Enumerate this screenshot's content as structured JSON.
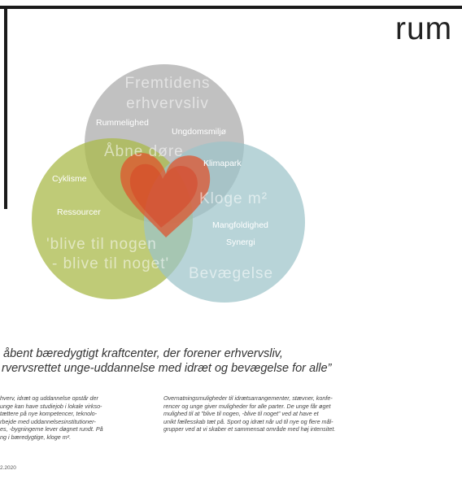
{
  "brand": {
    "logo_text": "rum"
  },
  "venn": {
    "top_circle": {
      "title_line1": "Fremtidens",
      "title_line2": "erhvervsliv",
      "color": "#b3b3b3"
    },
    "left_circle": {
      "title_line1": "'blive til nogen",
      "title_line2": "- blive til noget'",
      "color": "#aab94a"
    },
    "right_circle": {
      "title": "Bevægelse",
      "color": "#9cc3c9"
    },
    "heart_color": "#e0502a",
    "labels": {
      "rummelighed": "Rummelighed",
      "ungdomsmiljo": "Ungdomsmiljø",
      "abne_dore": "Åbne døre",
      "klimapark": "Klimapark",
      "cyklisme": "Cyklisme",
      "kloge": "Kloge m²",
      "ressourcer": "Ressourcer",
      "mangfoldighed": "Mangfoldighed",
      "synergi": "Synergi"
    }
  },
  "quote": {
    "line1": "åbent bæredygtigt kraftcenter, der forener erhvervsliv,",
    "line2": "rvervsrettet unge-uddannelse med idræt og bevægelse for alle”"
  },
  "column_left": [
    "hverv, idræt og uddannelse opstår der",
    "unge kan have studiejob i lokale virkso-",
    "tættere på nye kompetencer, teknolo-",
    "rbejde med uddannelsesinstitutioner-",
    "es, -bygningerne lever døgnet rundt. På",
    "ng i bæredygtige, kloge m²."
  ],
  "column_right": [
    "Overnatningsmuligheder til idrætsarrangementer, stævner, konfe-",
    "rencer og unge giver muligheder for alle parter. De unge får øget",
    "mulighed til at ”blive til nogen, -blive til noget”  ved at have et",
    "unikt fællesskab tæt på. Sport og idræt når ud til nye og flere mål-",
    "grupper ved at vi skaber et sammensat område med høj intensitet."
  ],
  "footer": {
    "date": "2.2020"
  }
}
